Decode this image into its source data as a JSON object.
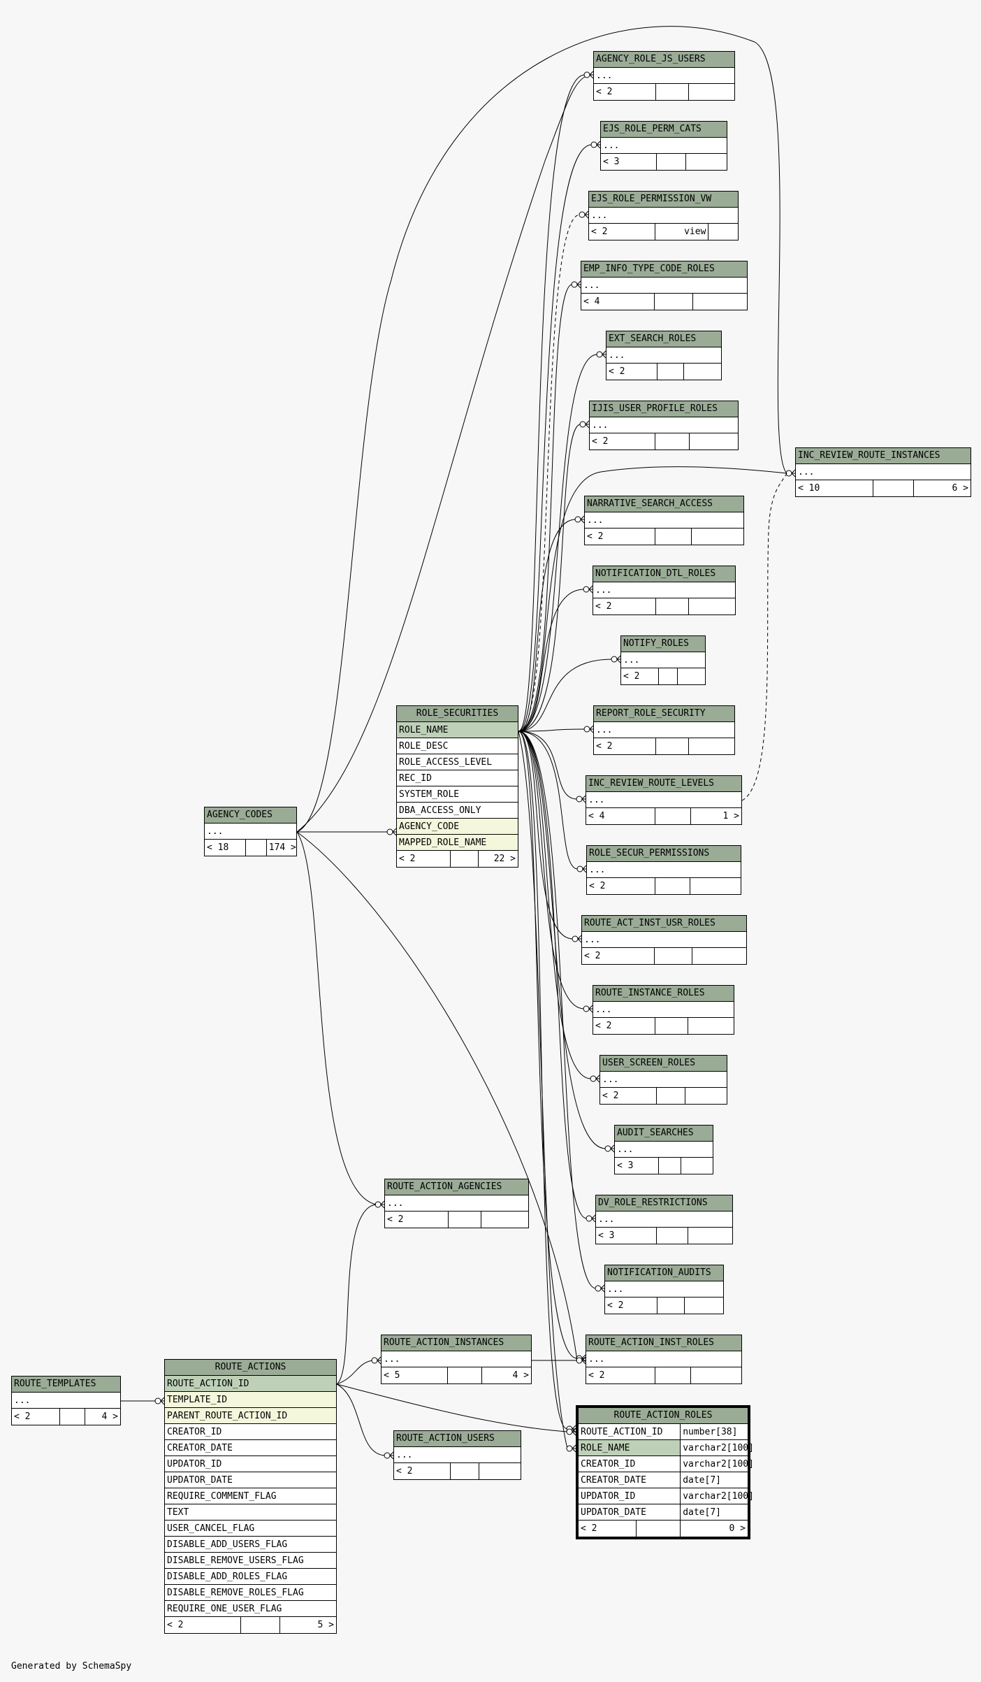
{
  "generated_by": "Generated by SchemaSpy",
  "colors": {
    "header": "#9aab96",
    "primary_key": "#bed1b8",
    "foreign_key": "#f5f7dc",
    "background": "#f7f7f7"
  },
  "tables": [
    {
      "name": "AGENCY_ROLE_JS_USERS",
      "columns": [
        {
          "name": "..."
        }
      ],
      "children": "< 2",
      "type": "",
      "parents": ""
    },
    {
      "name": "EJS_ROLE_PERM_CATS",
      "columns": [
        {
          "name": "..."
        }
      ],
      "children": "< 3",
      "type": "",
      "parents": ""
    },
    {
      "name": "EJS_ROLE_PERMISSION_VW",
      "columns": [
        {
          "name": "..."
        }
      ],
      "children": "< 2",
      "type": "view",
      "parents": ""
    },
    {
      "name": "EMP_INFO_TYPE_CODE_ROLES",
      "columns": [
        {
          "name": "..."
        }
      ],
      "children": "< 4",
      "type": "",
      "parents": ""
    },
    {
      "name": "EXT_SEARCH_ROLES",
      "columns": [
        {
          "name": "..."
        }
      ],
      "children": "< 2",
      "type": "",
      "parents": ""
    },
    {
      "name": "IJIS_USER_PROFILE_ROLES",
      "columns": [
        {
          "name": "..."
        }
      ],
      "children": "< 2",
      "type": "",
      "parents": ""
    },
    {
      "name": "INC_REVIEW_ROUTE_INSTANCES",
      "columns": [
        {
          "name": "..."
        }
      ],
      "children": "< 10",
      "type": "",
      "parents": "6 >"
    },
    {
      "name": "NARRATIVE_SEARCH_ACCESS",
      "columns": [
        {
          "name": "..."
        }
      ],
      "children": "< 2",
      "type": "",
      "parents": ""
    },
    {
      "name": "NOTIFICATION_DTL_ROLES",
      "columns": [
        {
          "name": "..."
        }
      ],
      "children": "< 2",
      "type": "",
      "parents": ""
    },
    {
      "name": "NOTIFY_ROLES",
      "columns": [
        {
          "name": "..."
        }
      ],
      "children": "< 2",
      "type": "",
      "parents": ""
    },
    {
      "name": "ROLE_SECURITIES",
      "columns": [
        {
          "name": "ROLE_NAME",
          "key": "pk"
        },
        {
          "name": "ROLE_DESC"
        },
        {
          "name": "ROLE_ACCESS_LEVEL"
        },
        {
          "name": "REC_ID"
        },
        {
          "name": "SYSTEM_ROLE"
        },
        {
          "name": "DBA_ACCESS_ONLY"
        },
        {
          "name": "AGENCY_CODE",
          "key": "fk"
        },
        {
          "name": "MAPPED_ROLE_NAME",
          "key": "fk"
        }
      ],
      "children": "< 2",
      "type": "",
      "parents": "22 >"
    },
    {
      "name": "REPORT_ROLE_SECURITY",
      "columns": [
        {
          "name": "..."
        }
      ],
      "children": "< 2",
      "type": "",
      "parents": ""
    },
    {
      "name": "INC_REVIEW_ROUTE_LEVELS",
      "columns": [
        {
          "name": "..."
        }
      ],
      "children": "< 4",
      "type": "",
      "parents": "1 >"
    },
    {
      "name": "AGENCY_CODES",
      "columns": [
        {
          "name": "..."
        }
      ],
      "children": "< 18",
      "type": "",
      "parents": "174 >"
    },
    {
      "name": "ROLE_SECUR_PERMISSIONS",
      "columns": [
        {
          "name": "..."
        }
      ],
      "children": "< 2",
      "type": "",
      "parents": ""
    },
    {
      "name": "ROUTE_ACT_INST_USR_ROLES",
      "columns": [
        {
          "name": "..."
        }
      ],
      "children": "< 2",
      "type": "",
      "parents": ""
    },
    {
      "name": "ROUTE_INSTANCE_ROLES",
      "columns": [
        {
          "name": "..."
        }
      ],
      "children": "< 2",
      "type": "",
      "parents": ""
    },
    {
      "name": "USER_SCREEN_ROLES",
      "columns": [
        {
          "name": "..."
        }
      ],
      "children": "< 2",
      "type": "",
      "parents": ""
    },
    {
      "name": "AUDIT_SEARCHES",
      "columns": [
        {
          "name": "..."
        }
      ],
      "children": "< 3",
      "type": "",
      "parents": ""
    },
    {
      "name": "ROUTE_ACTION_AGENCIES",
      "columns": [
        {
          "name": "..."
        }
      ],
      "children": "< 2",
      "type": "",
      "parents": ""
    },
    {
      "name": "DV_ROLE_RESTRICTIONS",
      "columns": [
        {
          "name": "..."
        }
      ],
      "children": "< 3",
      "type": "",
      "parents": ""
    },
    {
      "name": "NOTIFICATION_AUDITS",
      "columns": [
        {
          "name": "..."
        }
      ],
      "children": "< 2",
      "type": "",
      "parents": ""
    },
    {
      "name": "ROUTE_ACTION_INSTANCES",
      "columns": [
        {
          "name": "..."
        }
      ],
      "children": "< 5",
      "type": "",
      "parents": "4 >"
    },
    {
      "name": "ROUTE_ACTION_INST_ROLES",
      "columns": [
        {
          "name": "..."
        }
      ],
      "children": "< 2",
      "type": "",
      "parents": ""
    },
    {
      "name": "ROUTE_TEMPLATES",
      "columns": [
        {
          "name": "..."
        }
      ],
      "children": "< 2",
      "type": "",
      "parents": "4 >"
    },
    {
      "name": "ROUTE_ACTIONS",
      "columns": [
        {
          "name": "ROUTE_ACTION_ID",
          "key": "pk"
        },
        {
          "name": "TEMPLATE_ID",
          "key": "fk"
        },
        {
          "name": "PARENT_ROUTE_ACTION_ID",
          "key": "fk"
        },
        {
          "name": "CREATOR_ID"
        },
        {
          "name": "CREATOR_DATE"
        },
        {
          "name": "UPDATOR_ID"
        },
        {
          "name": "UPDATOR_DATE"
        },
        {
          "name": "REQUIRE_COMMENT_FLAG"
        },
        {
          "name": "TEXT"
        },
        {
          "name": "USER_CANCEL_FLAG"
        },
        {
          "name": "DISABLE_ADD_USERS_FLAG"
        },
        {
          "name": "DISABLE_REMOVE_USERS_FLAG"
        },
        {
          "name": "DISABLE_ADD_ROLES_FLAG"
        },
        {
          "name": "DISABLE_REMOVE_ROLES_FLAG"
        },
        {
          "name": "REQUIRE_ONE_USER_FLAG"
        }
      ],
      "children": "< 2",
      "type": "",
      "parents": "5 >"
    },
    {
      "name": "ROUTE_ACTION_USERS",
      "columns": [
        {
          "name": "..."
        }
      ],
      "children": "< 2",
      "type": "",
      "parents": ""
    },
    {
      "name": "ROUTE_ACTION_ROLES",
      "columns": [
        {
          "name": "ROUTE_ACTION_ID",
          "type": "number[38]"
        },
        {
          "name": "ROLE_NAME",
          "type": "varchar2[100]",
          "key": "pk"
        },
        {
          "name": "CREATOR_ID",
          "type": "varchar2[100]"
        },
        {
          "name": "CREATOR_DATE",
          "type": "date[7]"
        },
        {
          "name": "UPDATOR_ID",
          "type": "varchar2[100]"
        },
        {
          "name": "UPDATOR_DATE",
          "type": "date[7]"
        }
      ],
      "children": "< 2",
      "type": "",
      "parents": "0 >"
    }
  ]
}
